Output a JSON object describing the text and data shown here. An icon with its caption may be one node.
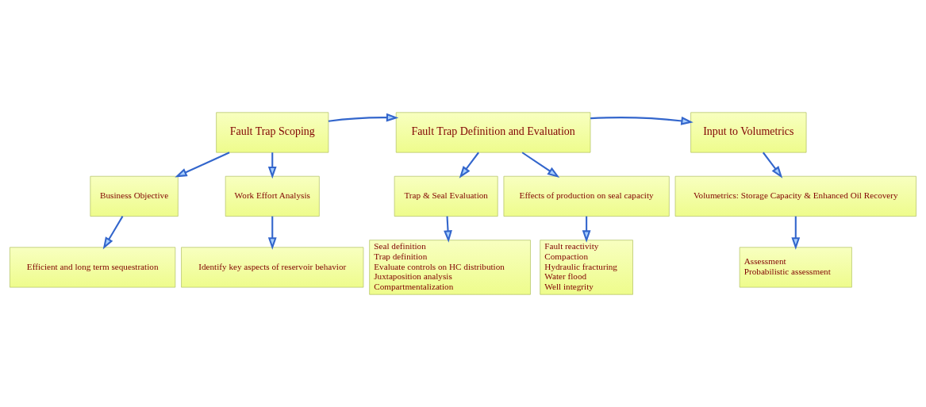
{
  "diagram": {
    "nodes": [
      {
        "text": [
          "Fault Trap Scoping"
        ]
      },
      {
        "text": [
          "Fault Trap Definition and Evaluation"
        ]
      },
      {
        "text": [
          "Input to Volumetrics"
        ]
      },
      {
        "text": [
          "Business Objective"
        ]
      },
      {
        "text": [
          "Work Effort Analysis"
        ]
      },
      {
        "text": [
          "Trap & Seal Evaluation"
        ]
      },
      {
        "text": [
          "Effects of production on seal capacity"
        ]
      },
      {
        "text": [
          "Volumetrics: Storage Capacity & Enhanced Oil Recovery"
        ]
      },
      {
        "text": [
          "Efficient and long term sequestration"
        ]
      },
      {
        "text": [
          "Identify key aspects of reservoir behavior"
        ]
      },
      {
        "text": [
          "Seal definition",
          "Trap definition",
          "Evaluate controls on HC distribution",
          "Juxtaposition analysis",
          "Compartmentalization"
        ]
      },
      {
        "text": [
          "Fault reactivity",
          "Compaction",
          "Hydraulic fracturing",
          "Water flood",
          "Well integrity"
        ]
      },
      {
        "text": [
          "Assessment",
          "Probabilistic assessment"
        ]
      }
    ],
    "edges": [
      {
        "from": 0,
        "to": 1,
        "arrow": "to"
      },
      {
        "from": 1,
        "to": 2,
        "arrow": "to"
      },
      {
        "from": 0,
        "to": 3,
        "arrow": "to"
      },
      {
        "from": 0,
        "to": 4,
        "arrow": "to"
      },
      {
        "from": 1,
        "to": 5,
        "arrow": "to"
      },
      {
        "from": 1,
        "to": 6,
        "arrow": "to"
      },
      {
        "from": 2,
        "to": 7,
        "arrow": "to"
      },
      {
        "from": 3,
        "to": 8,
        "arrow": "to"
      },
      {
        "from": 4,
        "to": 9,
        "arrow": "to"
      },
      {
        "from": 5,
        "to": 10,
        "arrow": "to"
      },
      {
        "from": 6,
        "to": 11,
        "arrow": "to"
      },
      {
        "from": 7,
        "to": 12,
        "arrow": "to"
      }
    ]
  }
}
